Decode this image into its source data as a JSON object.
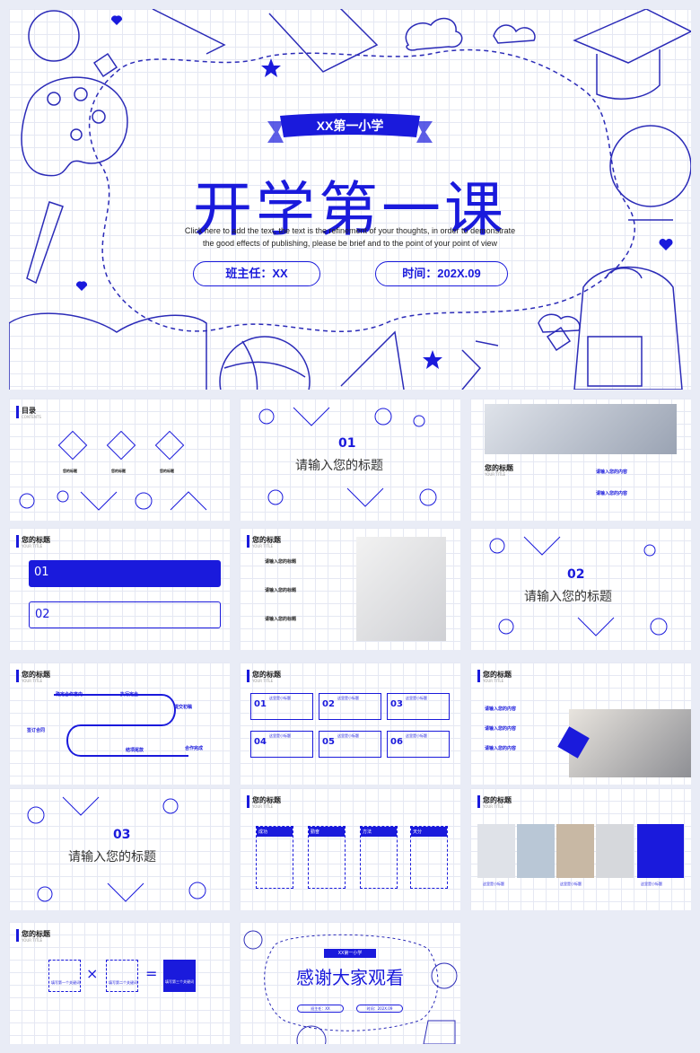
{
  "cover": {
    "school": "XX第一小学",
    "title": "开学第一课",
    "subtitle_line1": "Click here to add the text, the text is the refinement of your thoughts, in order to demonstrate",
    "subtitle_line2": "the good effects of publishing, please be brief and to the point of your point of view",
    "teacher": "班主任：XX",
    "time": "时间：202X.09"
  },
  "thumbs": {
    "toc": {
      "title": "目录",
      "sub": "CONTENTS",
      "items": [
        "您的标题",
        "您的标题",
        "您的标题"
      ]
    },
    "sec01": {
      "num": "01",
      "title": "请输入您的标题"
    },
    "photo_slide": {
      "title": "您的标题",
      "sub": "YOUR TITLE",
      "item_a": "请输入您的内容",
      "item_b": "请输入您的内容"
    },
    "numbered": {
      "title": "您的标题",
      "sub": "YOUR TITLE",
      "n1": "01",
      "n2": "02"
    },
    "steps": {
      "title": "您的标题",
      "sub": "YOUR TITLE",
      "s1": "请输入您的标题",
      "s2": "请输入您的标题",
      "s3": "请输入您的标题"
    },
    "sec02": {
      "num": "02",
      "title": "请输入您的标题"
    },
    "flow": {
      "title": "您的标题",
      "sub": "YOUR TITLE",
      "f1": "确定合作意向",
      "f2": "签订合同",
      "f3": "执行定金",
      "f4": "提交初稿",
      "f5": "结项尾款",
      "f6": "合作完成"
    },
    "grid6": {
      "title": "您的标题",
      "sub": "YOUR TITLE",
      "cells": [
        "01",
        "02",
        "03",
        "04",
        "05",
        "06"
      ],
      "cell_title": "这里是小标题"
    },
    "list_photo": {
      "title": "您的标题",
      "sub": "YOUR TITLE",
      "item": "请输入您的内容"
    },
    "sec03": {
      "num": "03",
      "title": "请输入您的标题"
    },
    "cards": {
      "title": "您的标题",
      "sub": "YOUR TITLE",
      "labels": [
        "成功",
        "勤奋",
        "方法",
        "天分"
      ]
    },
    "gallery": {
      "title": "您的标题",
      "sub": "YOUR TITLE",
      "caption": "这里是小标题"
    },
    "equation": {
      "title": "您的标题",
      "sub": "YOUR TITLE",
      "a": "填写第一个关键词",
      "b": "填写第二个关键词",
      "c": "填写第三个关键词",
      "times": "×",
      "equals": "="
    },
    "thanks": {
      "school": "XX第一小学",
      "title": "感谢大家观看",
      "teacher": "班主任：XX",
      "time": "时间：202X.09"
    }
  },
  "colors": {
    "accent": "#1a1adc"
  }
}
